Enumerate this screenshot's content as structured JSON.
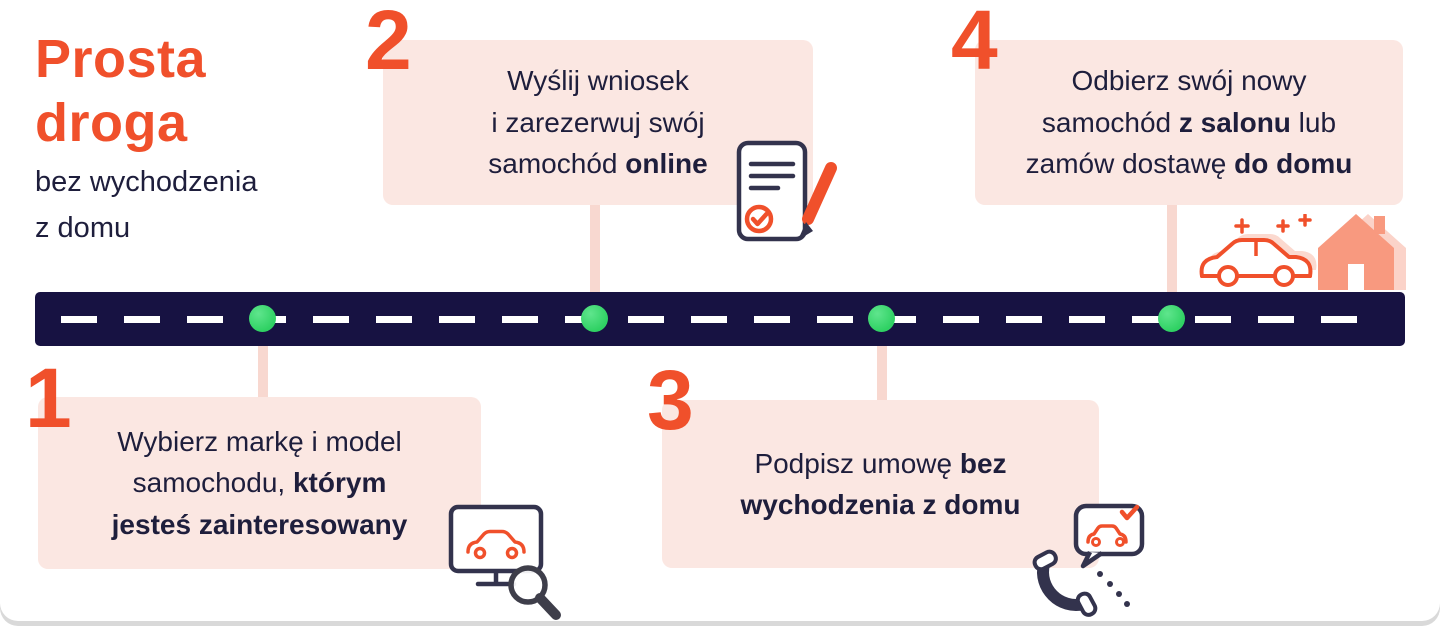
{
  "title": {
    "accent": [
      "Prosta",
      "droga"
    ],
    "subtitle": [
      "bez wychodzenia",
      "z domu"
    ]
  },
  "colors": {
    "accent_orange": "#F0502B",
    "navy_text": "#1E1E3C",
    "road_navy": "#171242",
    "card_pink": "#FBE7E2",
    "connector_pink": "#F8D8D0",
    "dot_green": "#2FD163",
    "house_salmon": "#F8997F",
    "icon_outline": "#33334D"
  },
  "road": {
    "milestone_count": 4
  },
  "steps": [
    {
      "number": "1",
      "position": "below-road",
      "icons": [
        "monitor-car-search-icon"
      ],
      "lines": [
        [
          {
            "t": "Wybierz markę i model"
          }
        ],
        [
          {
            "t": "samochodu, "
          },
          {
            "t": "którym",
            "b": true
          }
        ],
        [
          {
            "t": "jesteś zainteresowany",
            "b": true
          }
        ]
      ]
    },
    {
      "number": "2",
      "position": "above-road",
      "icons": [
        "document-pen-icon"
      ],
      "lines": [
        [
          {
            "t": "Wyślij wniosek"
          }
        ],
        [
          {
            "t": "i zarezerwuj swój"
          }
        ],
        [
          {
            "t": "samochód "
          },
          {
            "t": "online",
            "b": true
          }
        ]
      ]
    },
    {
      "number": "3",
      "position": "below-road",
      "icons": [
        "phone-order-icon"
      ],
      "lines": [
        [
          {
            "t": "Podpisz umowę "
          },
          {
            "t": "bez",
            "b": true
          }
        ],
        [
          {
            "t": "wychodzenia z domu",
            "b": true
          }
        ]
      ]
    },
    {
      "number": "4",
      "position": "above-road",
      "icons": [
        "delivery-car-icon",
        "house-icon"
      ],
      "lines": [
        [
          {
            "t": "Odbierz swój nowy"
          }
        ],
        [
          {
            "t": "samochód "
          },
          {
            "t": "z salonu",
            "b": true
          },
          {
            "t": " lub"
          }
        ],
        [
          {
            "t": "zamów dostawę "
          },
          {
            "t": "do domu",
            "b": true
          }
        ]
      ]
    }
  ]
}
